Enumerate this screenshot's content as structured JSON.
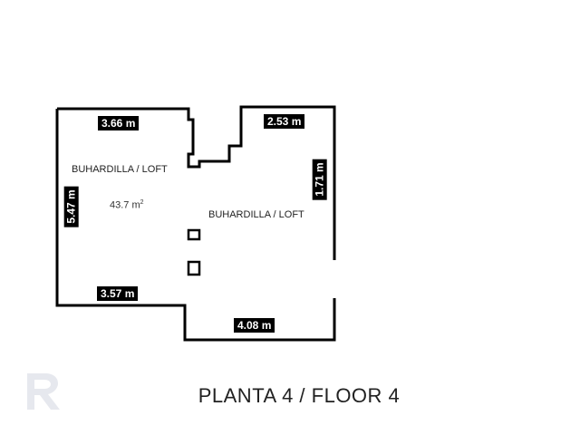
{
  "plan": {
    "title": "PLANTA 4 / FLOOR 4",
    "rooms": [
      {
        "label": "BUHARDILLA / LOFT"
      },
      {
        "label": "BUHARDILLA / LOFT"
      }
    ],
    "area": {
      "value": "43.7 m",
      "unit_sup": "2"
    },
    "dimensions": {
      "top_left": "3.66 m",
      "top_right": "2.53 m",
      "left": "5.47 m",
      "right": "1.71 m",
      "bottom_left": "3.57 m",
      "bottom_right": "4.08 m"
    },
    "colors": {
      "wall": "#000000",
      "label_bg": "#000000",
      "label_text": "#ffffff"
    },
    "watermark_icon": "logo-watermark-icon"
  }
}
